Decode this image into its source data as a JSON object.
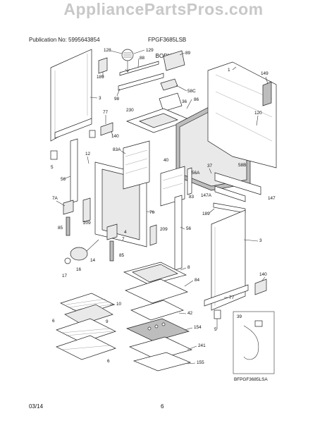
{
  "watermark": "AppliancePartsPros.com",
  "header": {
    "publication": "Publication No: 5995643854",
    "model": "FPGF3685LSB"
  },
  "section_title": "BODY",
  "footer": {
    "date": "03/14",
    "page": "6"
  },
  "inset_caption": "BFPGF3685LSA",
  "callouts": [
    "128",
    "129",
    "88",
    "89",
    "1",
    "149",
    "189",
    "3",
    "98",
    "58C",
    "86",
    "230",
    "36",
    "120",
    "77",
    "40",
    "37",
    "58B",
    "140",
    "83A",
    "12",
    "56A",
    "56",
    "83",
    "147A",
    "147",
    "5",
    "7A",
    "209",
    "76",
    "189",
    "209",
    "56",
    "85",
    "4",
    "7",
    "3",
    "85",
    "16",
    "14",
    "17",
    "8",
    "84",
    "10",
    "42",
    "140",
    "154",
    "77",
    "39",
    "5",
    "241",
    "6",
    "155",
    "9",
    "6"
  ]
}
